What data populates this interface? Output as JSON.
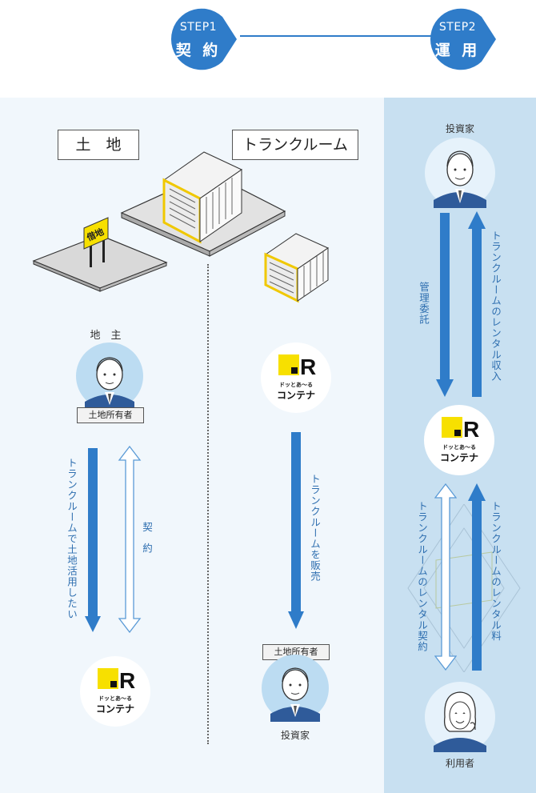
{
  "steps": [
    {
      "en": "STEP1",
      "jp": "契 約"
    },
    {
      "en": "STEP2",
      "jp": "運 用"
    }
  ],
  "labels": {
    "land": "土　地",
    "trunk_room": "トランクルーム",
    "lease_sign": "借地"
  },
  "left_column": {
    "owner_caption": "地　主",
    "owner_tag": "土地所有者",
    "down_arrow_text": "トランクルームで土地活用したい",
    "contract_text": "契約"
  },
  "middle_column": {
    "sell_text": "トランクルームを販売",
    "investor_tag": "土地所有者",
    "investor_caption": "投資家"
  },
  "right_column": {
    "investor_caption": "投資家",
    "management_text": "管理委託",
    "rental_income_text": "トランクルームのレンタル収入",
    "rental_contract_text": "トランクルームのレンタル契約",
    "rental_fee_text": "トランクルームのレンタル料",
    "user_caption": "利用者"
  },
  "logo": {
    "mark": "R",
    "sub": "ドッとあ〜る",
    "main": "コンテナ"
  },
  "colors": {
    "step_blue": "#2f7cc9",
    "arrow_blue": "#2f7cc9",
    "accent_yellow": "#f7e000",
    "bg_light": "#f1f7fc",
    "bg_right": "#c8e0f1"
  }
}
